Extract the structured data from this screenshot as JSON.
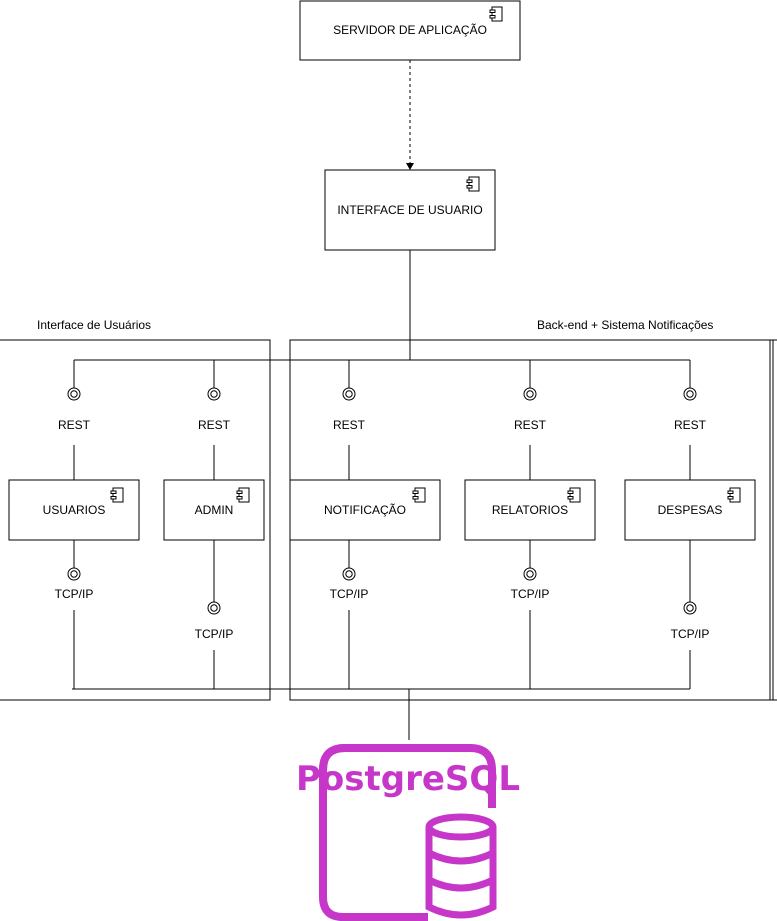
{
  "diagram": {
    "top_components": {
      "server": "SERVIDOR DE APLICAÇÃO",
      "interface": "INTERFACE DE USUARIO"
    },
    "groups": {
      "left": "Interface de Usuários",
      "right": "Back-end + Sistema Notificações"
    },
    "components": [
      {
        "name": "USUARIOS",
        "provided": "REST",
        "required": "TCP/IP"
      },
      {
        "name": "ADMIN",
        "provided": "REST",
        "required": "TCP/IP"
      },
      {
        "name": "NOTIFICAÇÃO",
        "provided": "REST",
        "required": "TCP/IP"
      },
      {
        "name": "RELATORIOS",
        "provided": "REST",
        "required": "TCP/IP"
      },
      {
        "name": "DESPESAS",
        "provided": "REST",
        "required": "TCP/IP"
      }
    ],
    "database": {
      "label": "PostgreSQL",
      "color": "#C637C9",
      "icon": "database-icon"
    }
  }
}
